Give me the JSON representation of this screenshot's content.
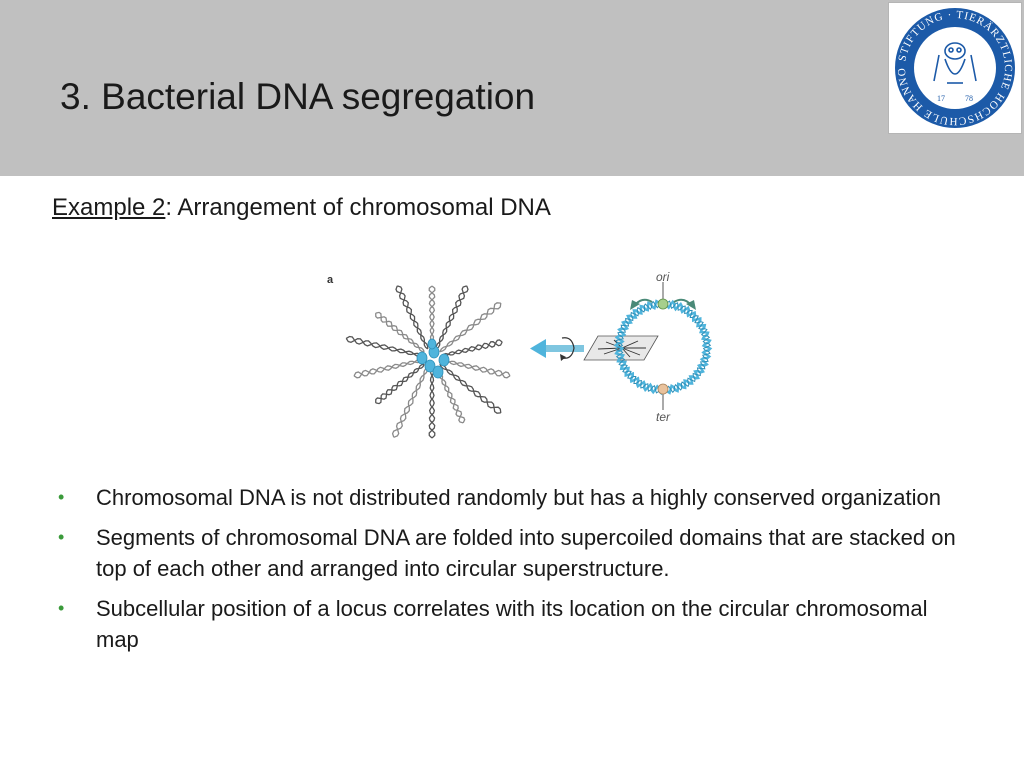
{
  "slide": {
    "title": "3. Bacterial DNA segregation",
    "subtitle_link": "Example 2",
    "subtitle_rest": ": Arrangement of chromosomal DNA"
  },
  "logo": {
    "ring_text": "STIFTUNG · TIERÄRZTLICHE HOCHSCHULE HANNOVER ·",
    "year_left": "17",
    "year_right": "78"
  },
  "figure": {
    "panel_label": "a",
    "ori_label": "ori",
    "ter_label": "ter"
  },
  "bullets": [
    "Chromosomal DNA is not distributed randomly but has a highly conserved organization",
    "Segments of chromosomal DNA are folded into supercoiled domains that are stacked on top of each other and arranged into circular superstructure.",
    "Subcellular position of a locus correlates with its location on the circular chromosomal map"
  ],
  "colors": {
    "header_bg": "#c0c0c0",
    "bullet": "#3a9a3a",
    "logo_blue": "#1c5aa8",
    "dna_blue": "#4fb4dc",
    "ori_green": "#a6cf8c",
    "ter_peach": "#e9c29c"
  }
}
